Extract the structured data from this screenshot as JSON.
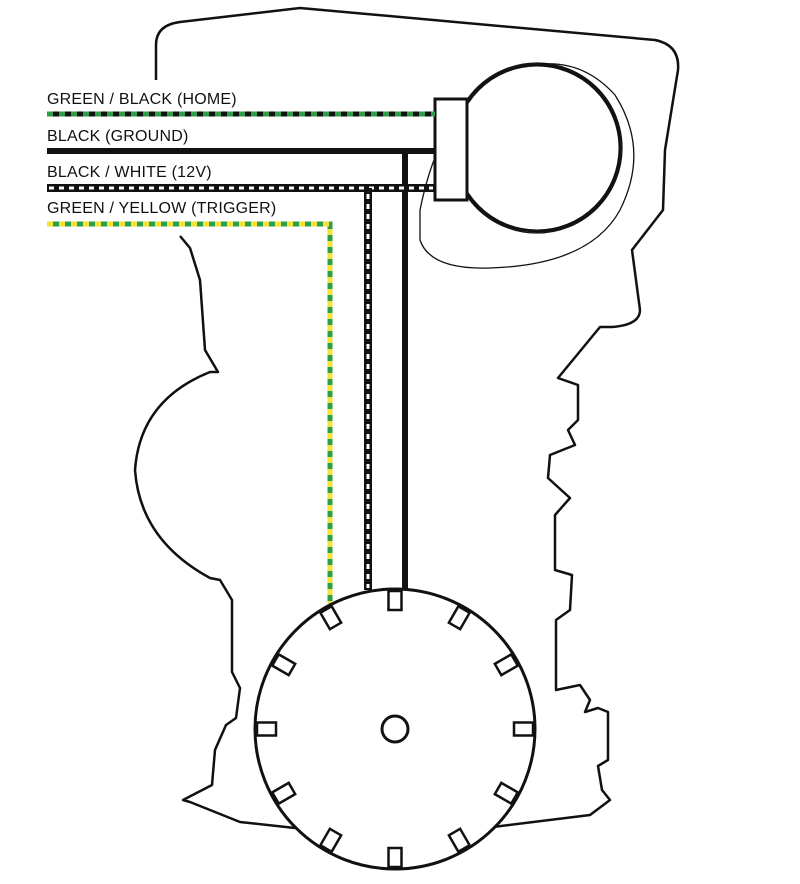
{
  "wires": {
    "home": {
      "label": "GREEN / BLACK (HOME)",
      "color_a": "#2e9e48",
      "color_b": "#111111"
    },
    "ground": {
      "label": "BLACK (GROUND)",
      "color_a": "#111111"
    },
    "power": {
      "label": "BLACK / WHITE (12V)",
      "color_a": "#111111",
      "color_b": "#ffffff"
    },
    "trigger": {
      "label": "GREEN / YELLOW (TRIGGER)",
      "color_a": "#2e9e48",
      "color_b": "#f2e23a"
    }
  },
  "colors": {
    "outline": "#111111",
    "background": "#ffffff"
  },
  "components": {
    "reluctor_tooth_count": 12
  }
}
